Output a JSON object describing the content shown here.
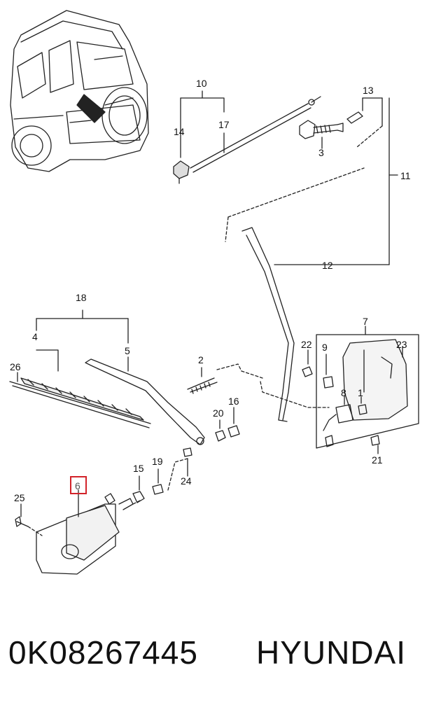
{
  "part_number": "0K08267445",
  "brand": "HYUNDAI",
  "highlighted_callout": "6",
  "highlight_color": "#d2232a",
  "callouts": [
    "1",
    "2",
    "3",
    "4",
    "5",
    "6",
    "7",
    "8",
    "9",
    "10",
    "11",
    "12",
    "13",
    "14",
    "15",
    "16",
    "17",
    "18",
    "19",
    "20",
    "21",
    "22",
    "23",
    "24",
    "25",
    "26"
  ]
}
